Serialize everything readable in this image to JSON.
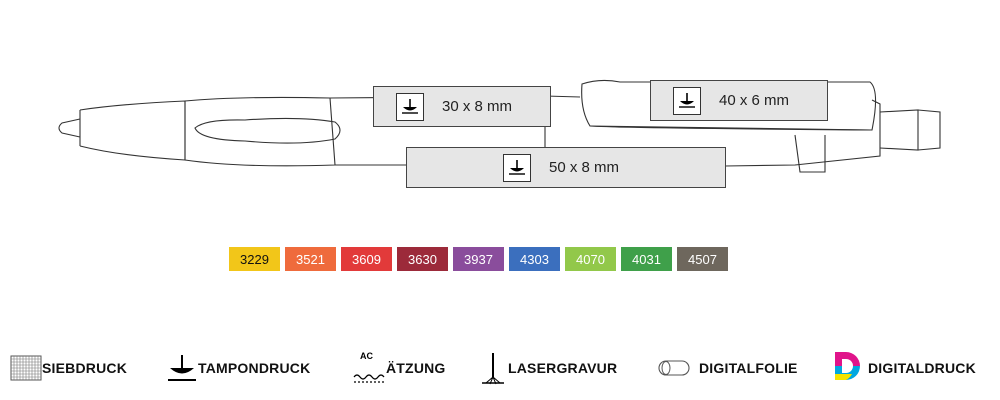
{
  "print_areas": [
    {
      "label": "30 x 8 mm",
      "icon": "tampon-print-icon"
    },
    {
      "label": "40 x 6 mm",
      "icon": "tampon-print-icon"
    },
    {
      "label": "50 x 8 mm",
      "icon": "tampon-print-icon"
    }
  ],
  "colors": [
    {
      "code": "3229",
      "color": "#f2c619",
      "text": "#111111"
    },
    {
      "code": "3521",
      "color": "#ef6b3c",
      "text": "#ffffff"
    },
    {
      "code": "3609",
      "color": "#e23a3a",
      "text": "#ffffff"
    },
    {
      "code": "3630",
      "color": "#9c2a3a",
      "text": "#ffffff"
    },
    {
      "code": "3937",
      "color": "#8a4d9c",
      "text": "#ffffff"
    },
    {
      "code": "4303",
      "color": "#3b6fbe",
      "text": "#ffffff"
    },
    {
      "code": "4070",
      "color": "#92c84a",
      "text": "#ffffff"
    },
    {
      "code": "4031",
      "color": "#3fa04a",
      "text": "#ffffff"
    },
    {
      "code": "4507",
      "color": "#6e675d",
      "text": "#ffffff"
    }
  ],
  "print_methods": [
    {
      "label": "SIEBDRUCK",
      "icon": "screen-print-icon"
    },
    {
      "label": "TAMPONDRUCK",
      "icon": "tampon-print-icon"
    },
    {
      "label": "ÄTZUNG",
      "icon": "etching-icon",
      "icon_text": "AC"
    },
    {
      "label": "LASERGRAVUR",
      "icon": "laser-engraving-icon"
    },
    {
      "label": "DIGITALFOLIE",
      "icon": "digital-foil-icon"
    },
    {
      "label": "DIGITALDRUCK",
      "icon": "digital-print-icon"
    }
  ]
}
